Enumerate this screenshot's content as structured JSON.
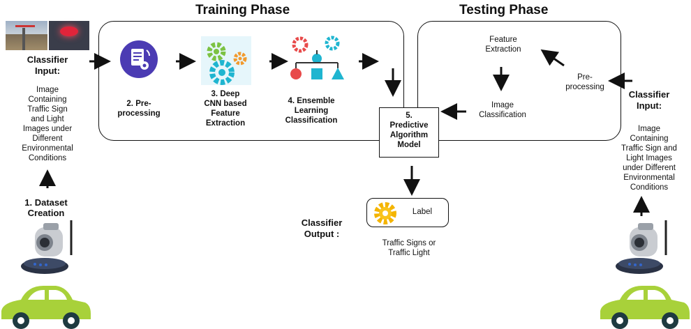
{
  "training": {
    "title": "Training Phase",
    "steps": [
      {
        "label": "2. Pre-\nprocessing"
      },
      {
        "label": "3. Deep\nCNN based\nFeature\nExtraction"
      },
      {
        "label": "4. Ensemble\nLearning\nClassification"
      }
    ]
  },
  "testing": {
    "title": "Testing Phase",
    "feature": "Feature\nExtraction",
    "preproc": "Pre-\nprocessing",
    "classif": "Image\nClassification"
  },
  "left": {
    "input_title": "Classifier\nInput:",
    "input_desc": "Image\nContaining\nTraffic Sign\nand Light\nImages under\nDifferent\nEnvironmental\nConditions",
    "dataset": "1. Dataset\nCreation"
  },
  "right": {
    "input_title": "Classifier\nInput:",
    "input_desc": "Image\nContaining\nTraffic Sign and\nLight Images\nunder Different\nEnvironmental\nConditions"
  },
  "model": {
    "label": "5.\nPredictive\nAlgorithm\nModel"
  },
  "output": {
    "title": "Classifier\nOutput :",
    "label": "Label",
    "desc": "Traffic Signs or\nTraffic Light"
  },
  "colors": {
    "car": "#a8d13a",
    "purple": "#4b3bb3",
    "teal": "#1fb5d0",
    "green": "#7cc242",
    "orange": "#f29a2e",
    "red": "#e84a4a"
  }
}
